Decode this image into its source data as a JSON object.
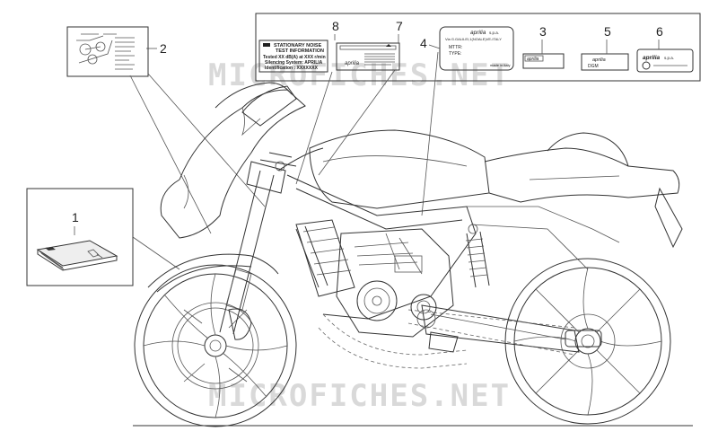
{
  "watermark": {
    "text": "MICROFICHES.NET"
  },
  "callouts": [
    "1",
    "2",
    "3",
    "4",
    "5",
    "6",
    "7",
    "8"
  ],
  "labels": {
    "noise": {
      "title1": "STATIONARY NOISE",
      "title2": "TEST INFORMATION",
      "line1": "Tested XX dB(A) at XXX r/min",
      "line2": "Silencing System: APRILIA",
      "line3": "Identification : XXXXXXX"
    },
    "plate": {
      "brand": "aprilia",
      "suffix": "s.p.a.",
      "address": "Via G.GALILEI,1(NOALE)VE-ITALY",
      "f1": "MTTR:",
      "f2": "TYPE:",
      "footer": "made in italy"
    },
    "label3": {
      "brand": "aprilia"
    },
    "label5": {
      "brand": "aprilia",
      "code": "DGM"
    },
    "label6": {
      "brand": "aprilia",
      "suffix": "s.p.a."
    },
    "label7": {
      "brand": "aprilia"
    }
  },
  "colors": {
    "line": "#333333",
    "watermark": "#d9d9d9"
  }
}
